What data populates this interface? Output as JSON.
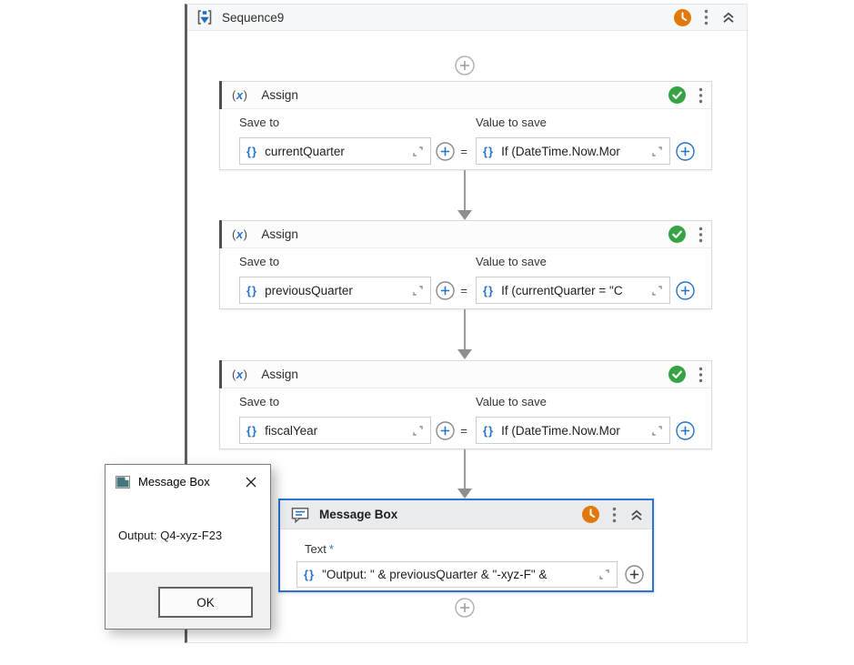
{
  "sequence": {
    "title": "Sequence9"
  },
  "glyphs": {
    "assign_open": "(",
    "assign_x": "x",
    "assign_close": ")",
    "braces": "{}",
    "equals": "="
  },
  "assigns": [
    {
      "title": "Assign",
      "save_to_label": "Save to",
      "value_to_save_label": "Value to save",
      "save_to_value": "currentQuarter",
      "value_to_save_value": "If (DateTime.Now.Mor"
    },
    {
      "title": "Assign",
      "save_to_label": "Save to",
      "value_to_save_label": "Value to save",
      "save_to_value": "previousQuarter",
      "value_to_save_value": "If (currentQuarter = \"C"
    },
    {
      "title": "Assign",
      "save_to_label": "Save to",
      "value_to_save_label": "Value to save",
      "save_to_value": "fiscalYear",
      "value_to_save_value": "If (DateTime.Now.Mor"
    }
  ],
  "message_box_activity": {
    "title": "Message Box",
    "text_label": "Text",
    "required_marker": "*",
    "text_value": "\"Output: \" & previousQuarter & \"-xyz-F\" &"
  },
  "dialog": {
    "title": "Message Box",
    "message": "Output: Q4-xyz-F23",
    "ok_label": "OK"
  },
  "colors": {
    "accent_blue": "#2573ce",
    "selection_blue": "#2b74d0",
    "valid_green": "#36a345",
    "pending_orange": "#e0790a",
    "left_rail_gray": "#5e5e5e"
  }
}
